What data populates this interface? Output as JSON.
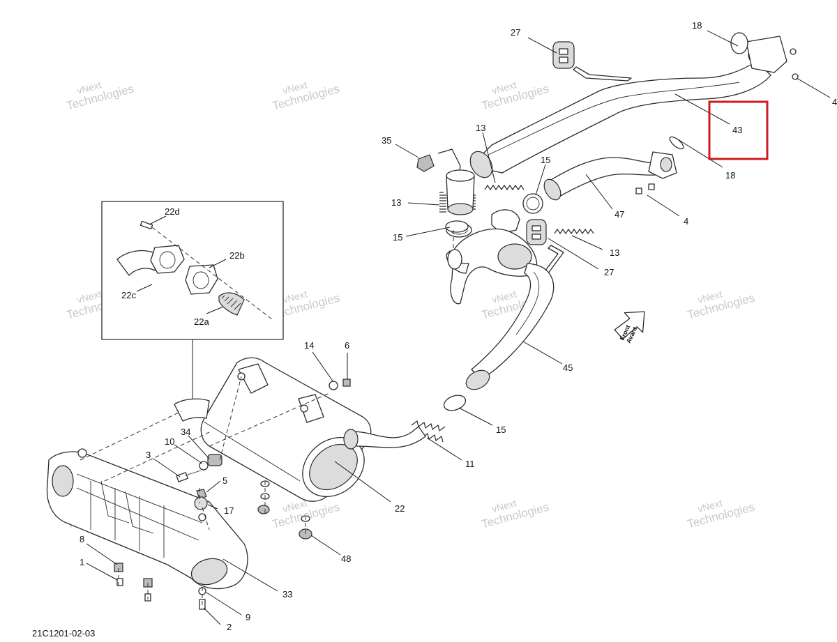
{
  "diagram": {
    "reference_code": "21C1201-02-03",
    "front_arrow": {
      "line1": "Front",
      "line2": "Avant"
    },
    "watermark": {
      "line1": "vNext",
      "line2": "Technologies"
    },
    "callouts": {
      "p27a": "27",
      "p18a": "18",
      "p4a": "4",
      "p43": "43",
      "p13a": "13",
      "p35": "35",
      "p15a": "15",
      "p18b": "18",
      "p13b": "13",
      "p15b": "15",
      "p47": "47",
      "p4b": "4",
      "p13c": "13",
      "p27b": "27",
      "p45": "45",
      "p14": "14",
      "p6": "6",
      "p15c": "15",
      "p11": "11",
      "p10": "10",
      "p34": "34",
      "p3": "3",
      "p5": "5",
      "p17": "17",
      "p22": "22",
      "p48": "48",
      "p8": "8",
      "p1": "1",
      "p33": "33",
      "p9": "9",
      "p2": "2",
      "p22d": "22d",
      "p22b": "22b",
      "p22c": "22c",
      "p22a": "22a"
    }
  }
}
